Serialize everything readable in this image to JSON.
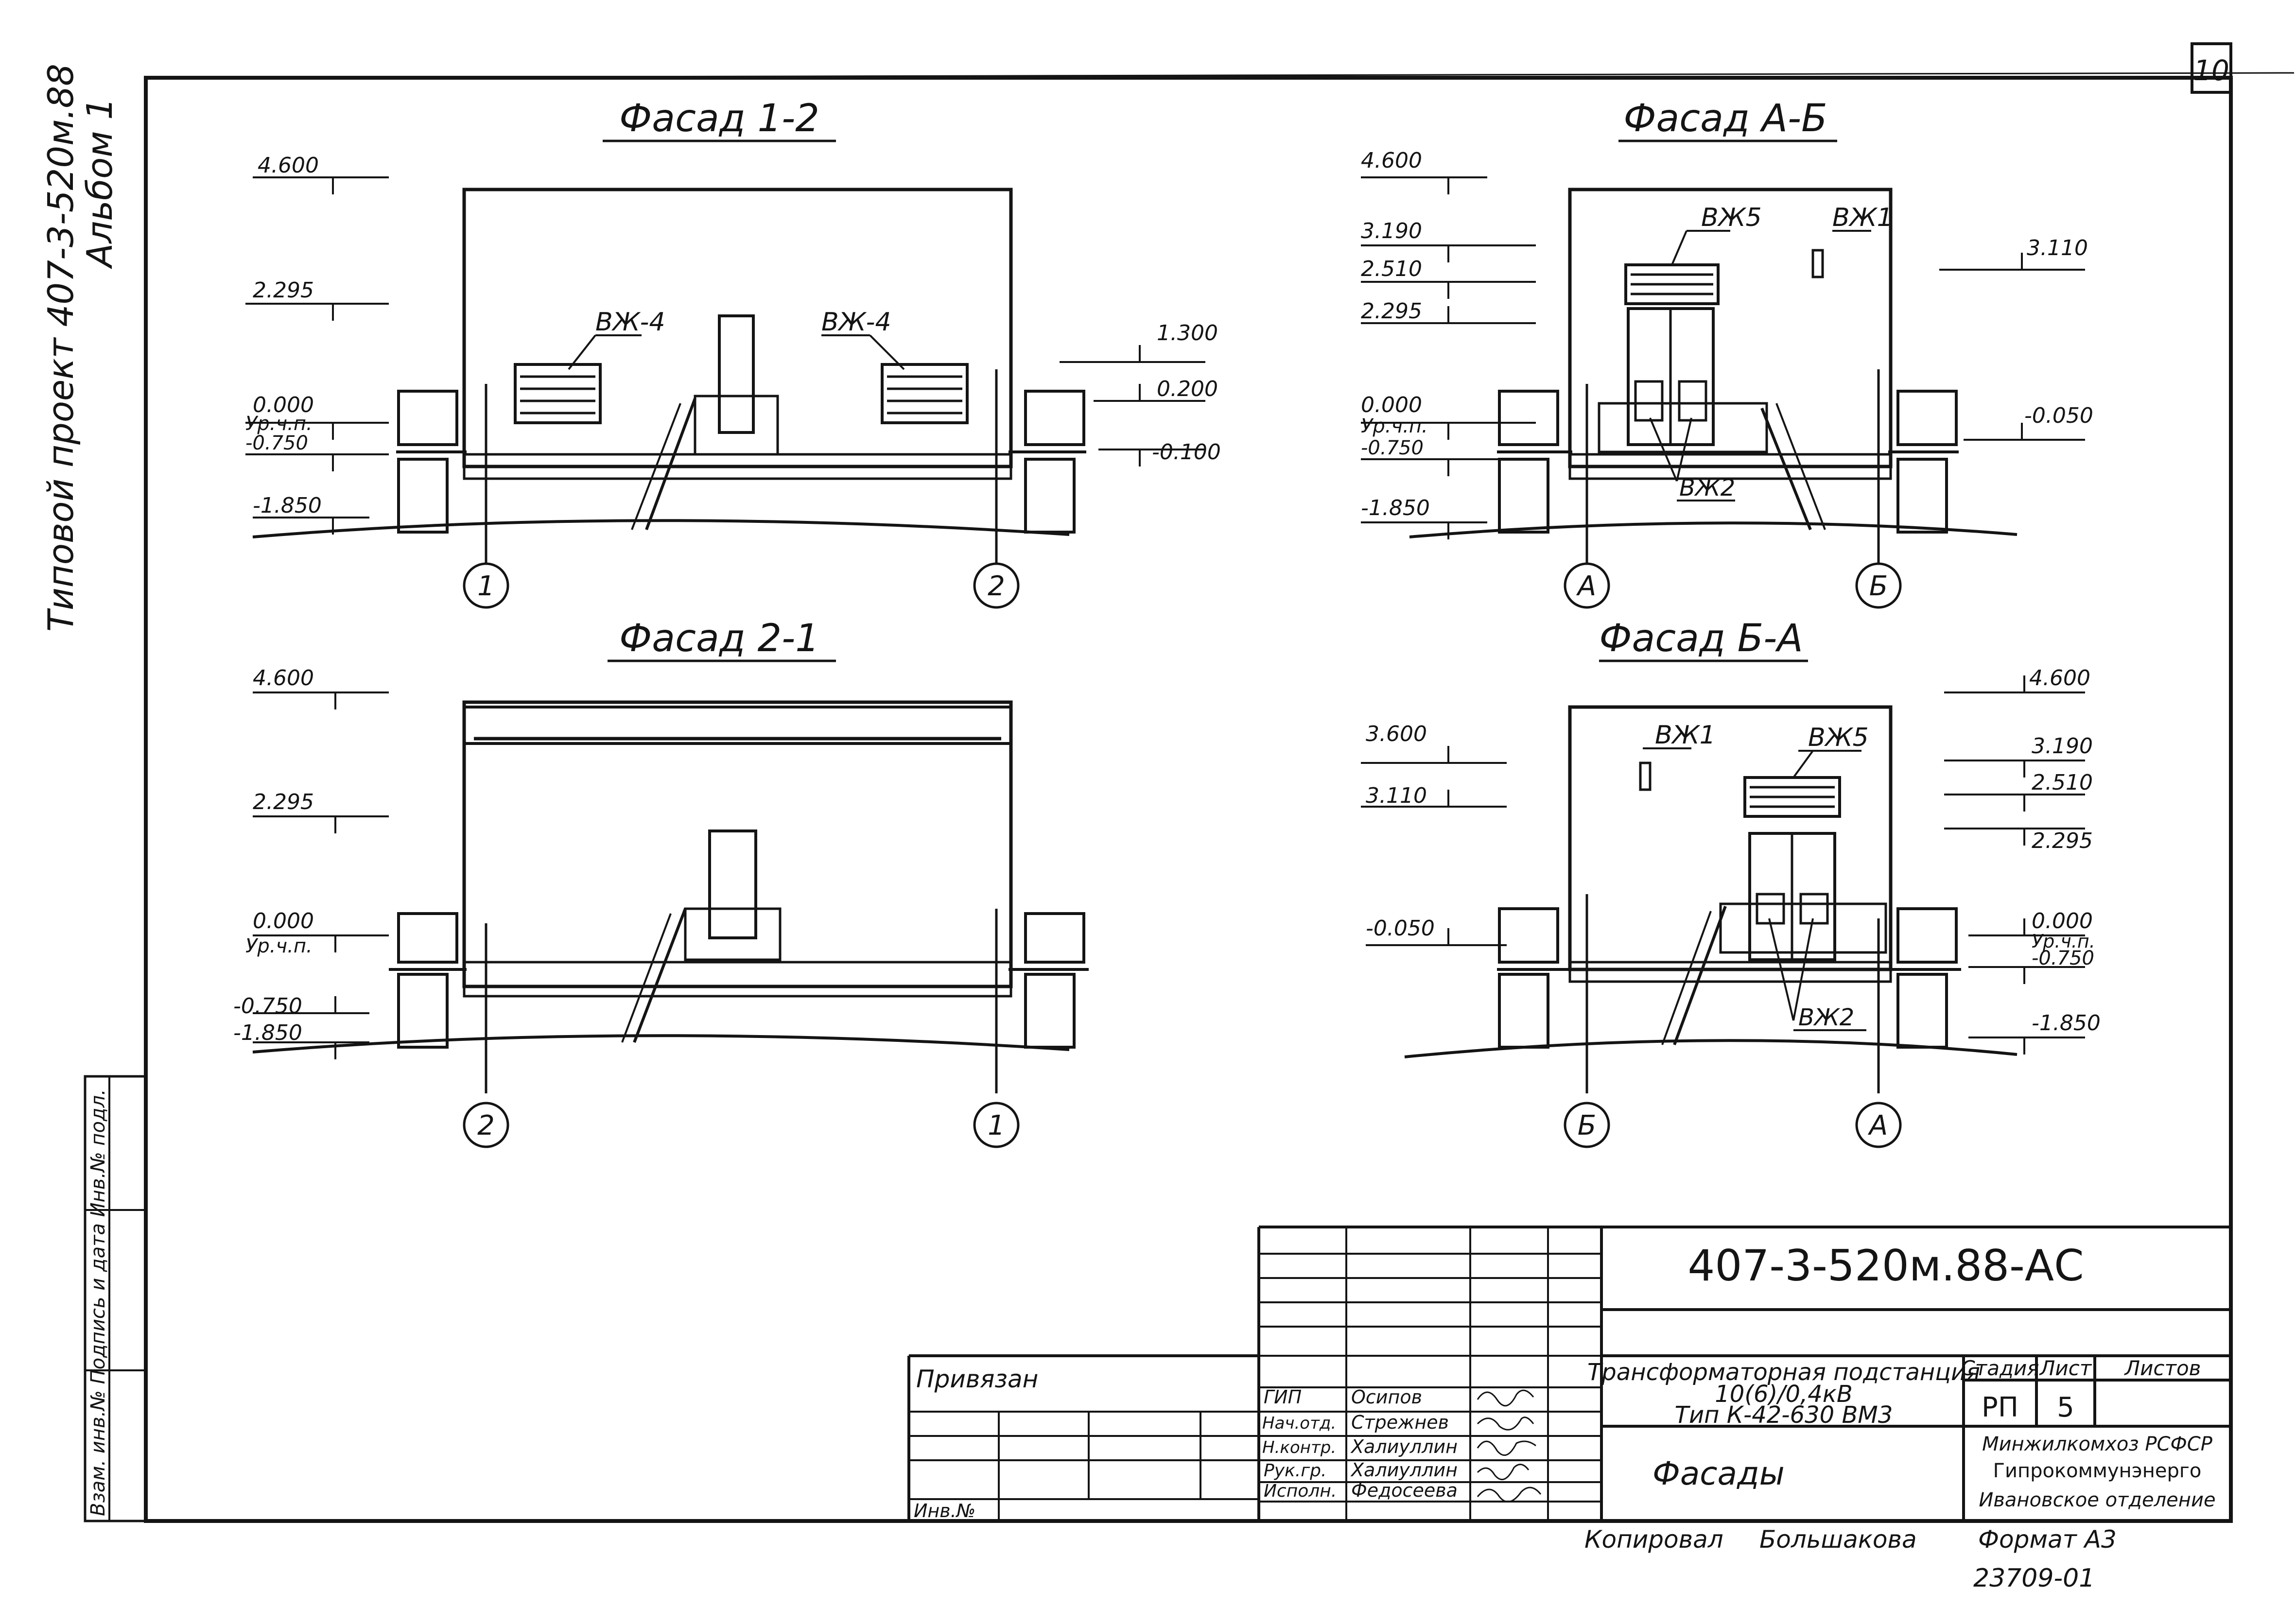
{
  "sheet": {
    "sheet_number": "10",
    "side_title_1": "Типовой проект 407-3-520м.88",
    "side_title_2": "Альбом 1",
    "side_stamp": "Взам. инв.№ Подпись и дата Инв.№ подл."
  },
  "facades": [
    {
      "title": "Фасад 1-2",
      "axis_left": "1",
      "axis_right": "2",
      "left_marks": [
        "4.600",
        "2.295",
        "0.000",
        "Ур.ч.п.",
        "-0.750",
        "-1.850"
      ],
      "right_marks": [
        "1.300",
        "0.200",
        "-0.100"
      ],
      "louvres": [
        "ВЖ-4",
        "ВЖ-4"
      ]
    },
    {
      "title": "Фасад А-Б",
      "axis_left": "А",
      "axis_right": "Б",
      "left_marks": [
        "4.600",
        "3.190",
        "2.510",
        "2.295",
        "0.000",
        "Ур.ч.п.",
        "-0.750",
        "-1.850"
      ],
      "right_marks": [
        "3.110",
        "-0.050"
      ],
      "louvres": [
        "ВЖ5",
        "ВЖ1",
        "ВЖ2"
      ]
    },
    {
      "title": "Фасад 2-1",
      "axis_left": "2",
      "axis_right": "1",
      "left_marks": [
        "4.600",
        "2.295",
        "0.000",
        "Ур.ч.п.",
        "-0.750",
        "-1.850"
      ],
      "right_marks": [],
      "louvres": []
    },
    {
      "title": "Фасад Б-А",
      "axis_left": "Б",
      "axis_right": "А",
      "left_marks": [
        "3.600",
        "3.110",
        "-0.050"
      ],
      "right_marks": [
        "4.600",
        "3.190",
        "2.510",
        "2.295",
        "0.000",
        "Ур.ч.п.",
        "-0.750",
        "-1.850"
      ],
      "louvres": [
        "ВЖ1",
        "ВЖ5",
        "ВЖ2"
      ]
    }
  ],
  "title_block": {
    "code": "407-3-520м.88-АС",
    "object_1": "Трансформаторная подстанция",
    "object_2": "10(6)/0,4кВ",
    "object_3": "Тип К-42-630 ВМ3",
    "sheet_title": "Фасады",
    "stage_header": "Стадия",
    "sheet_header": "Лист",
    "sheets_header": "Листов",
    "stage": "РП",
    "sheet": "5",
    "org_1": "Минжилкомхоз РСФСР",
    "org_2": "Гипрокоммунэнерго",
    "org_3": "Ивановское отделение",
    "tied": "Привязан",
    "inv": "Инв.№",
    "roles": [
      {
        "role": "ГИП",
        "name": "Осипов"
      },
      {
        "role": "Нач.отд.",
        "name": "Стрежнев"
      },
      {
        "role": "Н.контр.",
        "name": "Халиуллин"
      },
      {
        "role": "Рук.гр.",
        "name": "Халиуллин"
      },
      {
        "role": "Исполн.",
        "name": "Федосеева"
      }
    ],
    "copied": "Копировал",
    "copier": "Большакова",
    "format": "Формат А3",
    "number": "23709-01"
  }
}
